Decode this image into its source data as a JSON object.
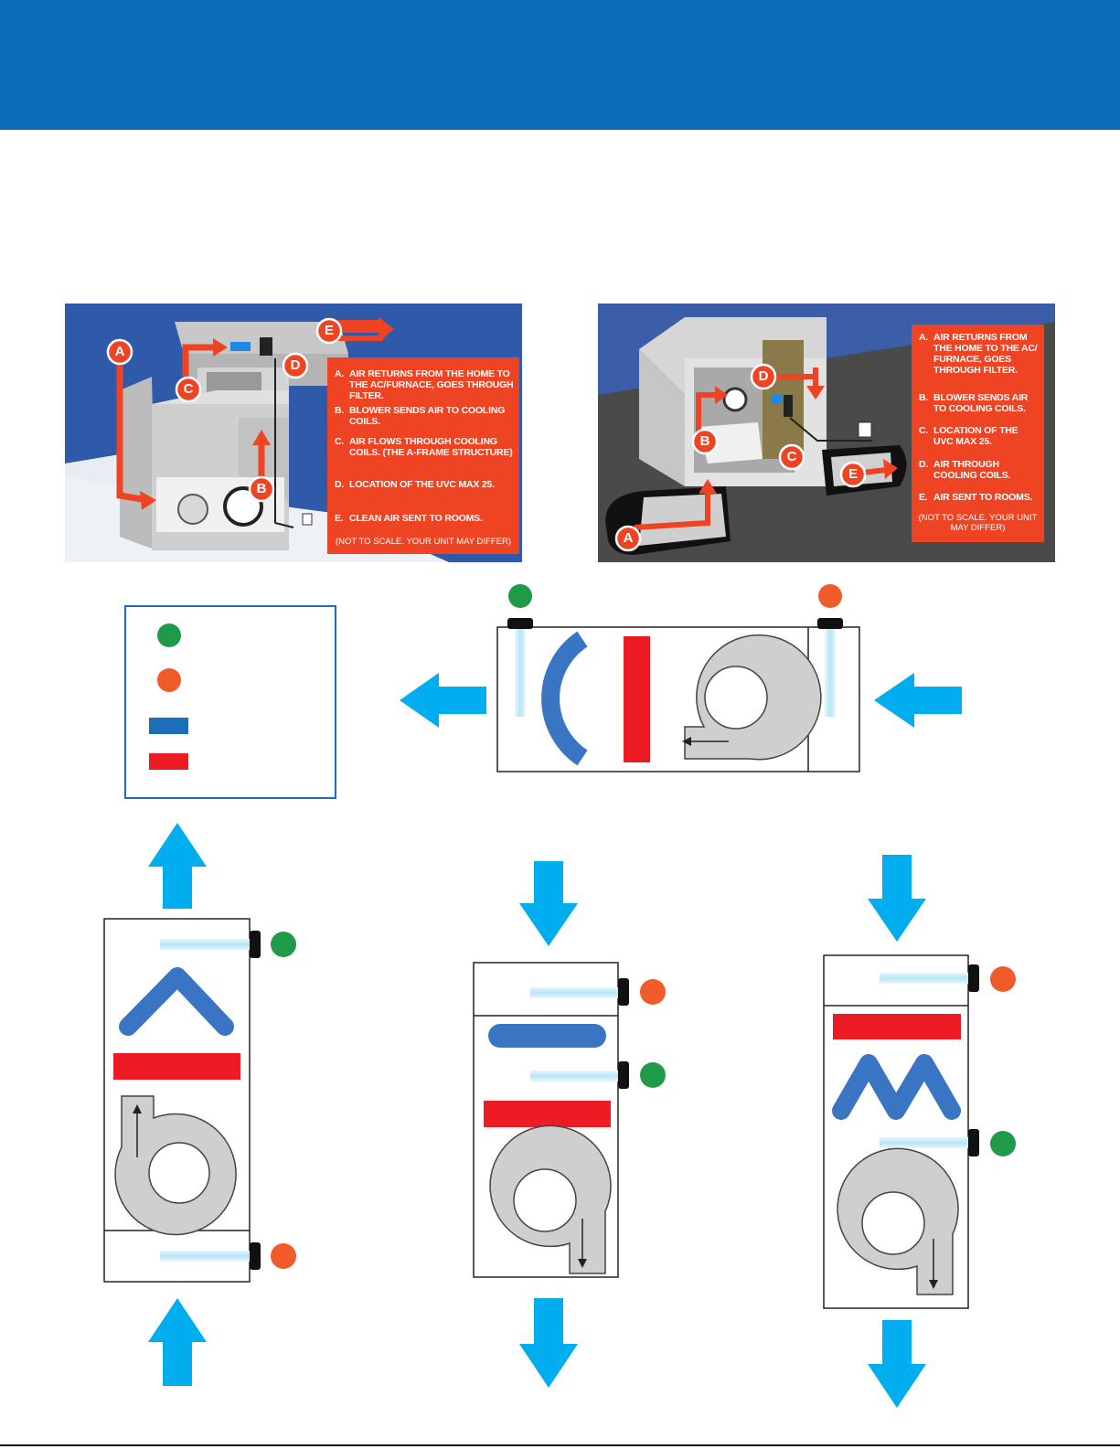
{
  "colors": {
    "header_blue": "#0a6bb7",
    "arrow_orange": "#ef4423",
    "air_arrow_cyan": "#00aeef",
    "coil_blue": "#3a75c4",
    "heater_red": "#ed1c24",
    "legend_green": "#1f9a48",
    "legend_orange": "#f15a29",
    "lamp_cyan": "#cfeffb"
  },
  "panel_left": {
    "markers": {
      "a": "A",
      "b": "B",
      "c": "C",
      "d": "D",
      "e": "E"
    },
    "steps": [
      {
        "key": "A.",
        "text": "AIR RETURNS FROM THE HOME TO THE AC/FURNACE, GOES THROUGH FILTER."
      },
      {
        "key": "B.",
        "text": "BLOWER SENDS AIR TO COOLING  COILS."
      },
      {
        "key": "C.",
        "text": "AIR FLOWS THROUGH COOLING COILS. (THE A-FRAME STRUCTURE)"
      },
      {
        "key": "D.",
        "text": "LOCATION OF THE UVC MAX 25."
      },
      {
        "key": "E.",
        "text": "CLEAN AIR SENT TO ROOMS."
      }
    ],
    "note": "(NOT TO SCALE. YOUR UNIT MAY DIFFER)"
  },
  "panel_right": {
    "markers": {
      "a": "A",
      "b": "B",
      "c": "C",
      "d": "D",
      "e": "E"
    },
    "steps": [
      {
        "key": "A.",
        "text": "AIR RETURNS FROM THE HOME TO THE AC/ FURNACE, GOES THROUGH FILTER."
      },
      {
        "key": "B.",
        "text": "BLOWER SENDS AIR TO COOLING  COILS."
      },
      {
        "key": "C.",
        "text": "LOCATION OF THE UVC MAX 25."
      },
      {
        "key": "D.",
        "text": "AIR THROUGH COOLING  COILS."
      },
      {
        "key": "E.",
        "text": "AIR SENT TO ROOMS."
      }
    ],
    "note": "(NOT TO SCALE. YOUR UNIT MAY DIFFER)"
  },
  "legend": {
    "items": [
      {
        "symbol": "green-dot"
      },
      {
        "symbol": "orange-dot"
      },
      {
        "symbol": "blue-bar"
      },
      {
        "symbol": "red-bar"
      }
    ]
  }
}
